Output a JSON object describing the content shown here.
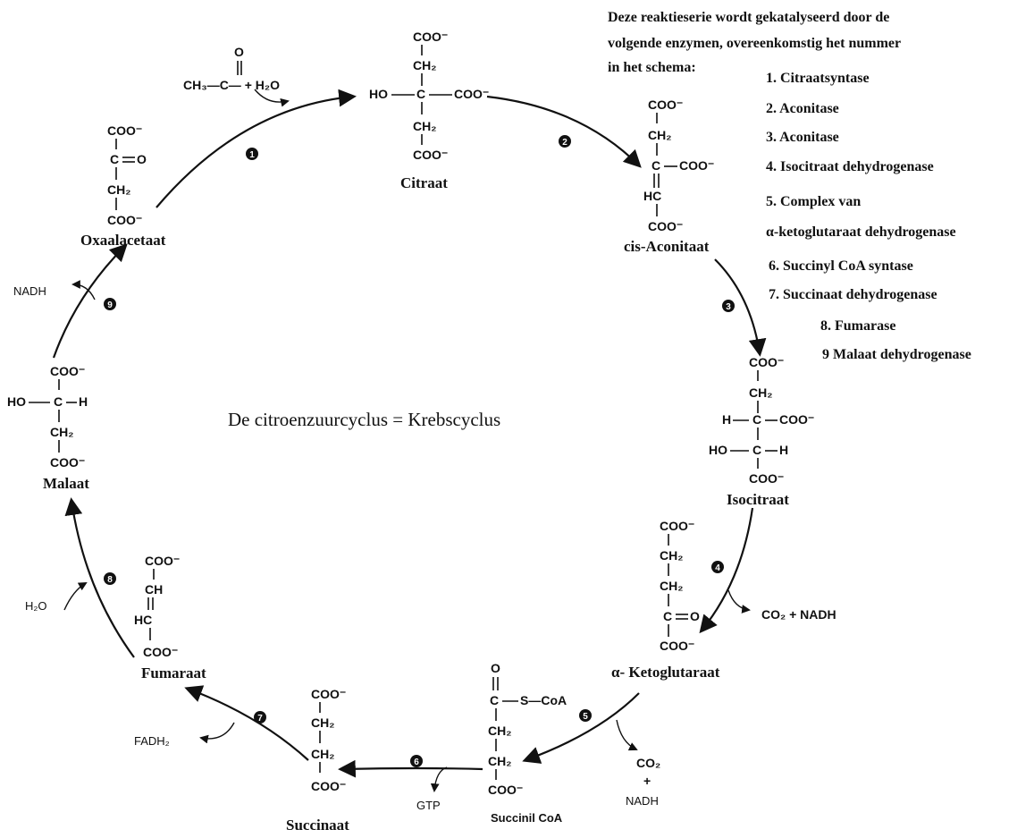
{
  "title": "De citroenzuurcyclus = Krebscyclus",
  "legend": {
    "intro": [
      "Deze reaktieserie wordt gekatalyseerd door de",
      "volgende enzymen, overeenkomstig het nummer",
      "in het schema:"
    ],
    "enzymes": [
      "1. Citraatsyntase",
      "2. Aconitase",
      "3. Aconitase",
      "4. Isocitraat dehydrogenase",
      "5. Complex van",
      "α-ketoglutaraat dehydrogenase",
      "6. Succinyl CoA syntase",
      "7. Succinaat dehydrogenase",
      "8. Fumarase",
      "9 Malaat dehydrogenase"
    ]
  },
  "compounds": {
    "citraat": "Citraat",
    "cis_aconitaat": "cis-Aconitaat",
    "isocitraat": "Isocitraat",
    "ketoglutaraat": "α- Ketoglutaraat",
    "succinil_coa": "Succinil CoA",
    "succinaat": "Succinaat",
    "fumaraat": "Fumaraat",
    "malaat": "Malaat",
    "oxaalacetaat": "Oxaalacetaat"
  },
  "steps": [
    "1",
    "2",
    "3",
    "4",
    "5",
    "6",
    "7",
    "8",
    "9"
  ],
  "side_products": {
    "acetyl": "CH₃—C— + H₂O",
    "co2_nadh_4": "CO₂ + NADH",
    "co2_5": "CO₂",
    "plus_5": "+",
    "nadh_5": "NADH",
    "gtp": "GTP",
    "fadh2": "FADH₂",
    "h2o": "H₂O",
    "nadh_9": "NADH"
  },
  "groups": {
    "coo": "COO⁻",
    "ch2": "CH₂",
    "ho": "HO",
    "h": "H",
    "c": "C",
    "o": "O",
    "hc": "HC",
    "ch": "CH",
    "s_coa": "S—CoA"
  }
}
